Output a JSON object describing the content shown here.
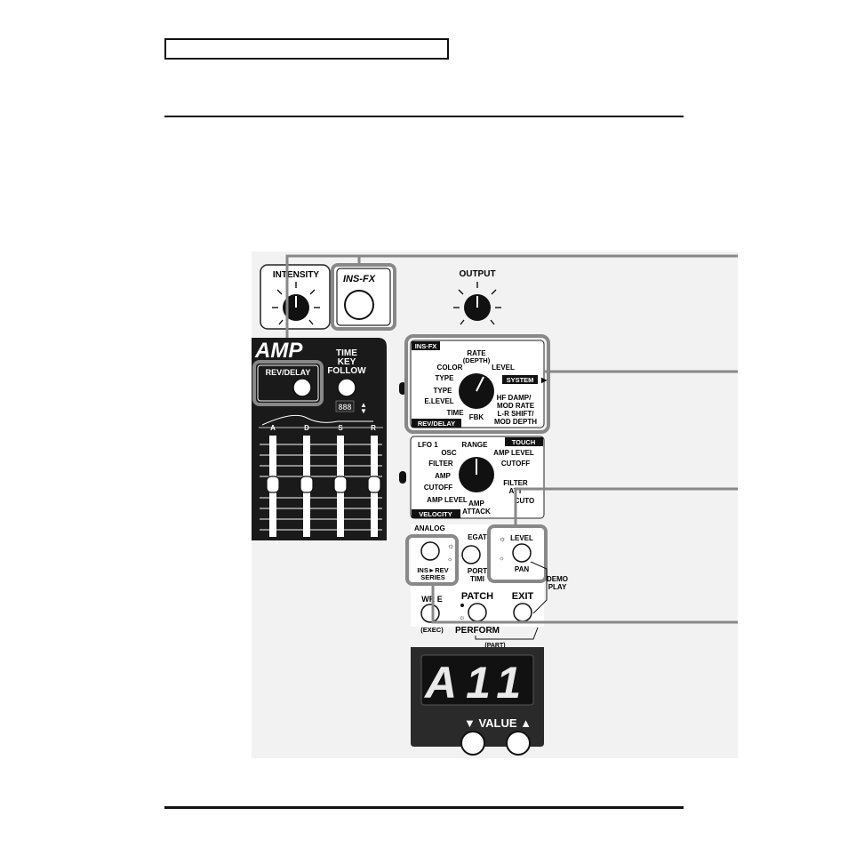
{
  "panel": {
    "intensity_label": "INTENSITY",
    "insfx_button_label": "INS-FX",
    "output_label": "OUTPUT",
    "amp_title": "AMP",
    "time_label": "TIME",
    "key_label": "KEY",
    "follow_label": "FOLLOW",
    "mini_display": "888",
    "rev_delay_label": "REV/DELAY",
    "env_labels": [
      "A",
      "D",
      "S",
      "R"
    ],
    "insfx_tag": "INS·FX",
    "rate_label": "RATE",
    "depth_label": "(DEPTH)",
    "color_label": "COLOR",
    "level_label": "LEVEL",
    "type_top_label": "TYPE",
    "system_tag": "SYSTEM",
    "type_label": "TYPE",
    "elevel_label": "E.LEVEL",
    "time_small_label": "TIME",
    "fbk_label": "FBK",
    "hfdamp_label": "HF DAMP/",
    "modrate_label": "MOD RATE",
    "lrshift_label": "L-R SHIFT/",
    "moddepth_label": "MOD DEPTH",
    "revdelay_tag": "REV/DELAY",
    "lfo1_label": "LFO 1",
    "range_label": "RANGE",
    "touch_tag": "TOUCH",
    "osc_label": "OSC",
    "amp_level_label": "AMP LEVEL",
    "filter_label": "FILTER",
    "cutoff_label": "CUTOFF",
    "amp_small_label": "AMP",
    "cutoff_left_label": "CUTOFF",
    "filter_att_label": "FILTER",
    "att_label": "ATT",
    "amp_level_left_label": "AMP LEVEL",
    "amp_attack_amp": "AMP",
    "amp_attack_label": "ATTACK",
    "cutof_right_label": "CUTO",
    "velocity_tag": "VELOCITY",
    "analog_label": "ANALOG",
    "legato_label": "EGAT",
    "insrev_label": "INS►REV",
    "series_label": "SERIES",
    "porta_label": "PORT",
    "time_small2_label": "TIMI",
    "level_btn_label": "LEVEL",
    "pan_label": "PAN",
    "demo_label": "DEMO",
    "play_label": "PLAY",
    "write_label": "WR  E",
    "exec_label": "(EXEC)",
    "patch_label": "PATCH",
    "exit_label": "EXIT",
    "perform_label": "PERFORM",
    "part_label": "(PART)",
    "display_value": "A11",
    "value_label": "▼ VALUE ▲"
  }
}
